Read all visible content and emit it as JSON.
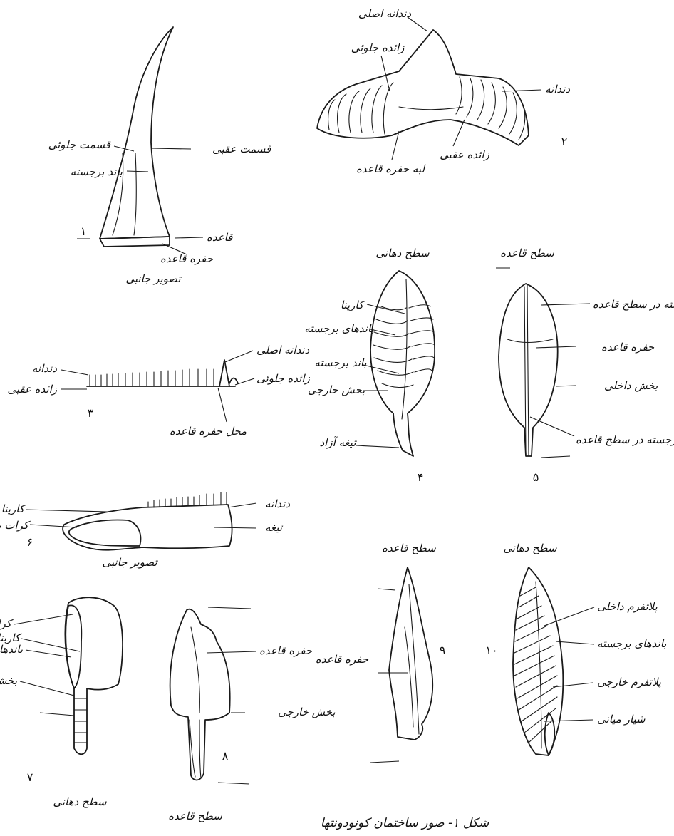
{
  "caption": "شکل ۱- صور ساختمان کونودونتها",
  "figures": [
    {
      "number": "۱",
      "view": "تصویر جانبی",
      "labels": [
        "قسمت جلوئی",
        "باند برجسته",
        "قسمت عقبی",
        "قاعده",
        "حفره قاعده"
      ]
    },
    {
      "number": "۲",
      "labels": [
        "دندانه اصلی",
        "زائده جلوئی",
        "دندانه",
        "زائده عقبی",
        "لبه حفره قاعده"
      ]
    },
    {
      "number": "۳",
      "labels": [
        "دندانه اصلی",
        "زائده جلوئی",
        "محل حفره قاعده",
        "دندانه",
        "زائده عقبی"
      ]
    },
    {
      "number": "۴",
      "view": "سطح دهانی",
      "labels": [
        "کارینا",
        "باندهای برجسته",
        "باند برجسته",
        "بخش خارجی",
        "تیغه آزاد"
      ]
    },
    {
      "number": "۵",
      "view": "سطح قاعده",
      "labels": [
        "باند برجسته در سطح قاعده",
        "حفره قاعده",
        "بخش داخلی",
        "باند برجسته در سطح قاعده"
      ]
    },
    {
      "number": "۶",
      "view": "تصویر جانبی",
      "labels": [
        "کارینا",
        "کرات برجسته",
        "دندانه",
        "تیغه"
      ]
    },
    {
      "number": "۷",
      "view": "سطح دهانی",
      "labels": [
        "کرات برجسته",
        "کارینا",
        "باندهای برجسته",
        "بخش"
      ]
    },
    {
      "number": "۸",
      "view": "سطح قاعده",
      "labels": [
        "حفره قاعده",
        "بخش خارجی"
      ]
    },
    {
      "number": "۹",
      "view": "سطح قاعده",
      "labels": [
        "حفره قاعده"
      ]
    },
    {
      "number": "۱۰",
      "view": "سطح دهانی",
      "labels": [
        "پلاتفرم داخلی",
        "باندهای برجسته",
        "پلاتفرم خارجی",
        "شیار میانی"
      ]
    }
  ]
}
